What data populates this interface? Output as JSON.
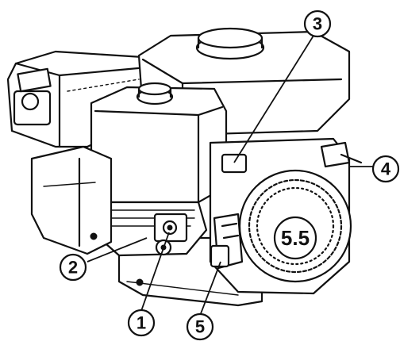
{
  "diagram": {
    "badge_label": "5.5",
    "callouts": [
      {
        "id": "callout-1",
        "label": "1"
      },
      {
        "id": "callout-2",
        "label": "2"
      },
      {
        "id": "callout-3",
        "label": "3"
      },
      {
        "id": "callout-4",
        "label": "4"
      },
      {
        "id": "callout-5",
        "label": "5"
      }
    ]
  }
}
